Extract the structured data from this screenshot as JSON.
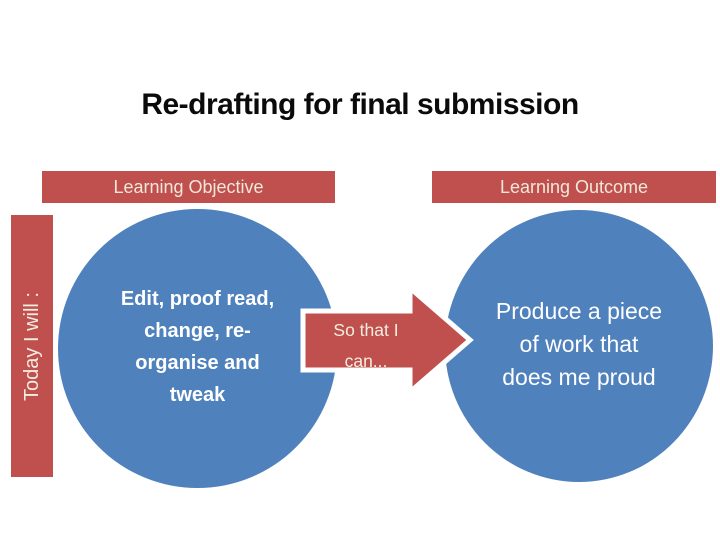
{
  "slide": {
    "title": "Re-drafting for final submission",
    "banners": {
      "objective": "Learning Objective",
      "outcome": "Learning Outcome"
    },
    "sidebar": {
      "label": "Today I will :"
    },
    "objective_circle": {
      "lines": [
        "Edit, proof read,",
        "change, re-",
        "organise and",
        "tweak"
      ]
    },
    "arrow": {
      "lines": [
        "So that I",
        "can..."
      ]
    },
    "outcome_circle": {
      "lines": [
        "Produce a piece",
        "of work that",
        "does me proud"
      ]
    }
  },
  "colors": {
    "accent_red": "#c0504d",
    "accent_blue": "#4f81bd",
    "cream_text": "#efe8da",
    "title_text": "#0b0b0b",
    "background": "#ffffff",
    "arrow_outline": "#ffffff"
  }
}
